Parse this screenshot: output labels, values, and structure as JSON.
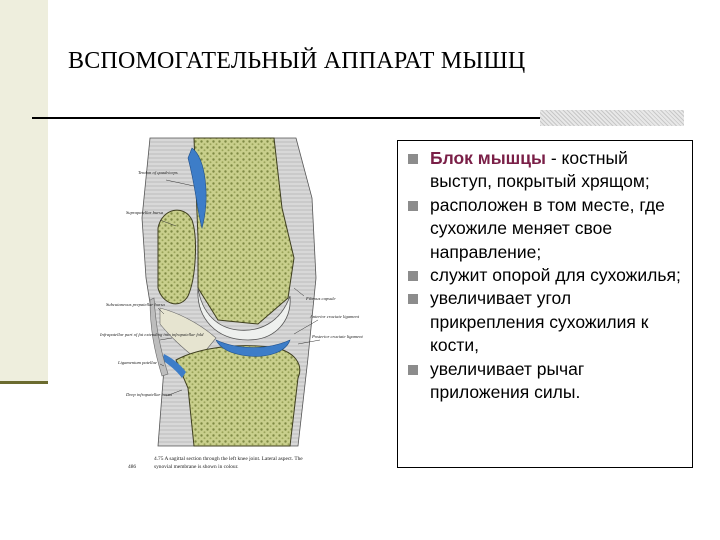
{
  "slide": {
    "title": "ВСПОМОГАТЕЛЬНЫЙ АППАРАТ МЫШЦ",
    "accent_color": "#6b6b2f"
  },
  "figure": {
    "labels": {
      "tendon": "Tendon of quadriceps",
      "suprapatellar": "Suprapatellar bursa",
      "subcutaneous": "Subcutaneous prepatellar bursa",
      "infrapatellar_fat": "Infrapatellar part of fat extending into infrapatellar fold",
      "ligamentum": "Ligamentum patellae",
      "deep_bursa": "Deep infrapatellar bursa",
      "fibrous_capsule": "Fibrous capsule",
      "anterior_cruciate": "Anterior cruciate ligament",
      "posterior_cruciate": "Posterior cruciate ligament"
    },
    "caption_line1": "4.75   A sagittal section through the left knee joint. Lateral aspect. The",
    "caption_line2": "synovial membrane is shown in colour.",
    "page_number": "486"
  },
  "content": {
    "bullets": [
      {
        "lead": "Блок мышцы",
        "text": " - костный выступ, покрытый хрящом;"
      },
      {
        "lead": "",
        "text": "расположен в том месте, где сухожиле меняет свое направление;"
      },
      {
        "lead": "",
        "text": "служит опорой для сухожилья;"
      },
      {
        "lead": "",
        "text": "увеличивает угол прикрепления сухожилия к кости,"
      },
      {
        "lead": "",
        "text": "увеличивает рычаг приложения силы."
      }
    ],
    "highlight_color": "#7a1f47",
    "bullet_color": "#8c8c8c"
  }
}
